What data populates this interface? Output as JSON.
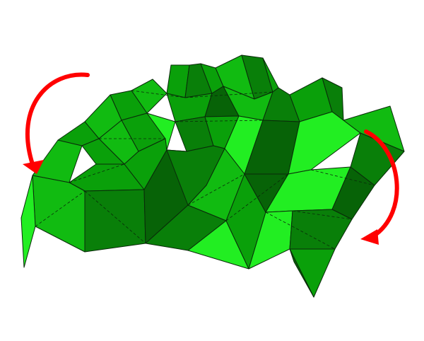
{
  "figure": {
    "kind": "folded-tessellation-illustration",
    "description_visible_text": "",
    "colors": {
      "background": "#ffffff",
      "face_bright": "#22ee22",
      "face_mid": "#11bb11",
      "face_base": "#0aa00a",
      "face_dark": "#097f09",
      "face_darkest": "#076307",
      "edge": "#0a2a0a",
      "arrow": "#ff0000"
    },
    "arrows": [
      {
        "name": "left-curved-arrow",
        "direction": "counterclockwise-down"
      },
      {
        "name": "right-curved-arrow",
        "direction": "clockwise-down"
      }
    ]
  }
}
